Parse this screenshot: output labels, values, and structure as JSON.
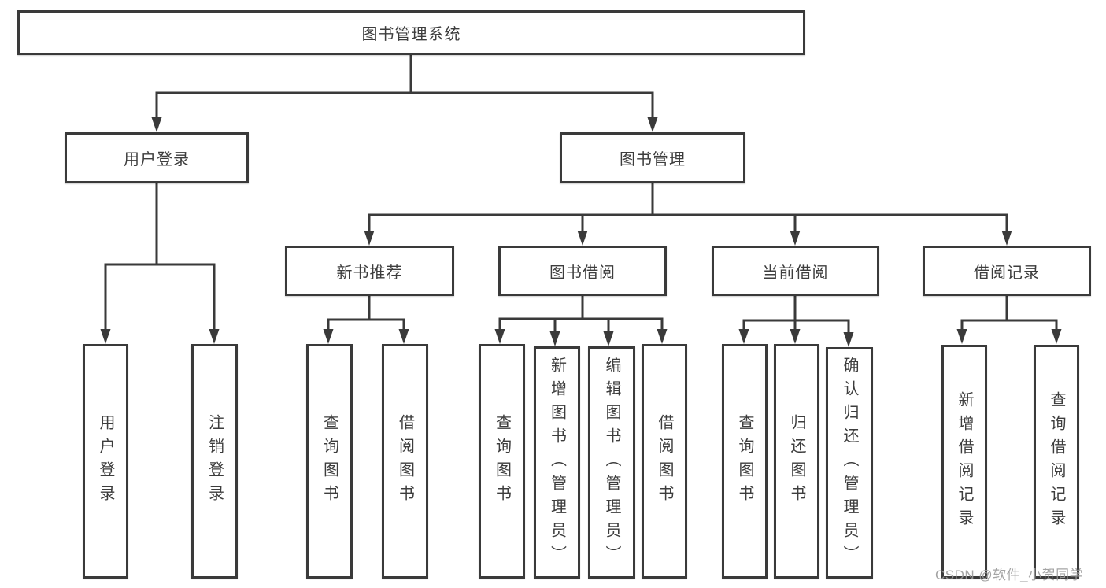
{
  "diagram_title": "图书管理系统",
  "nodes": {
    "root": "图书管理系统",
    "user_login": "用户登录",
    "book_management": "图书管理",
    "new_book_recommend": "新书推荐",
    "book_borrow": "图书借阅",
    "current_borrow": "当前借阅",
    "borrow_record": "借阅记录",
    "leaf_user_login": "用户登录",
    "leaf_logout": "注销登录",
    "leaf_nb_query": "查询图书",
    "leaf_nb_borrow": "借阅图书",
    "leaf_bb_query": "查询图书",
    "leaf_bb_add": "新增图书（管理员）",
    "leaf_bb_edit": "编辑图书（管理员）",
    "leaf_bb_borrow": "借阅图书",
    "leaf_cb_query": "查询图书",
    "leaf_cb_return": "归还图书",
    "leaf_cb_confirm": "确认归还（管理员）",
    "leaf_br_add": "新增借阅记录",
    "leaf_br_query": "查询借阅记录"
  },
  "hierarchy": {
    "图书管理系统": {
      "用户登录": [
        "用户登录",
        "注销登录"
      ],
      "图书管理": {
        "新书推荐": [
          "查询图书",
          "借阅图书"
        ],
        "图书借阅": [
          "查询图书",
          "新增图书（管理员）",
          "编辑图书（管理员）",
          "借阅图书"
        ],
        "当前借阅": [
          "查询图书",
          "归还图书",
          "确认归还（管理员）"
        ],
        "借阅记录": [
          "新增借阅记录",
          "查询借阅记录"
        ]
      }
    }
  },
  "watermark": "CSDN @软件_小贺同学",
  "colors": {
    "line": "#3a3a3a",
    "text": "#3d3d3d",
    "watermark": "#9b9b9b",
    "background": "#ffffff"
  }
}
